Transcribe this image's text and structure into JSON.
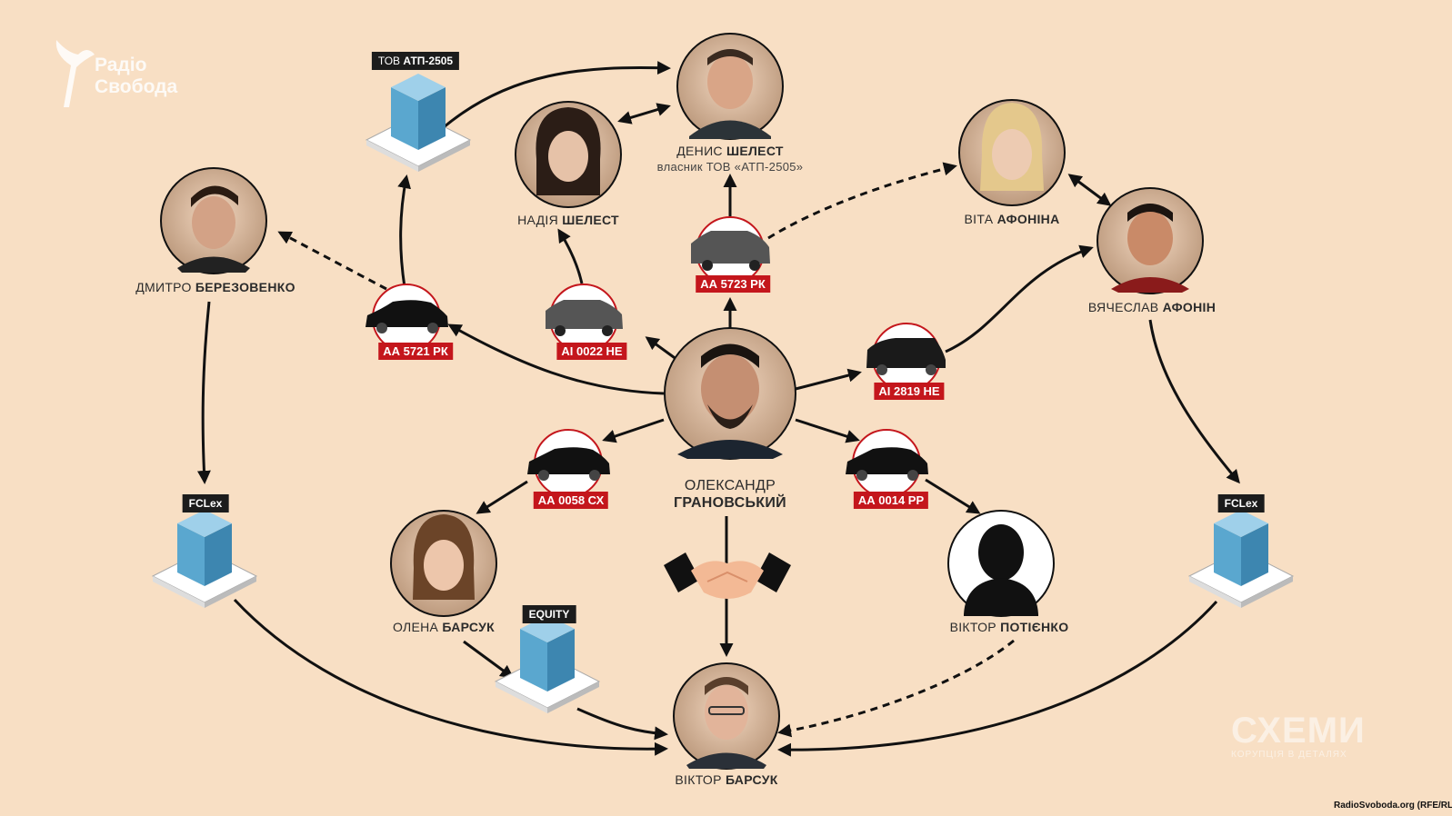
{
  "brand_logo": {
    "line1": "Радіо",
    "line2": "Свобода"
  },
  "brand_watermark": {
    "title": "СХЕМИ",
    "subtitle": "КОРУПЦІЯ В ДЕТАЛЯХ"
  },
  "credit": "RadioSvoboda.org (RFE/RL)",
  "people": {
    "hranovskyi": {
      "first": "ОЛЕКСАНДР",
      "last": "ГРАНОВСЬКИЙ"
    },
    "denys": {
      "first": "ДЕНИС",
      "last": "ШЕЛЕСТ",
      "note": "власник ТОВ «АТП-2505»"
    },
    "nadiia": {
      "first": "НАДІЯ",
      "last": "ШЕЛЕСТ"
    },
    "vita": {
      "first": "ВІТА",
      "last": "АФОНІНА"
    },
    "viacheslav": {
      "first": "ВЯЧЕСЛАВ",
      "last": "АФОНІН"
    },
    "dmytro": {
      "first": "ДМИТРО",
      "last": "БЕРЕЗОВЕНКО"
    },
    "olena": {
      "first": "ОЛЕНА",
      "last": "БАРСУК"
    },
    "viktor_p": {
      "first": "ВІКТОР",
      "last": "ПОТІЄНКО"
    },
    "viktor_b": {
      "first": "ВІКТОР",
      "last": "БАРСУК"
    }
  },
  "companies": {
    "atp": {
      "prefix": "ТОВ",
      "name": "АТП-2505"
    },
    "fclex_left": {
      "name": "FCLex"
    },
    "fclex_right": {
      "name": "FCLex"
    },
    "equity": {
      "name": "EQUITY"
    }
  },
  "cars": {
    "aa5721": "АА 5721 РК",
    "ai0022": "АІ 0022 НЕ",
    "aa5723": "АА 5723 РК",
    "ai2819": "АІ 2819 НЕ",
    "aa0058": "АА 0058 СХ",
    "aa0014": "АА 0014 РР"
  },
  "colors": {
    "background": "#f8dfc4",
    "accent": "#c4161c",
    "ink": "#111111",
    "building": "#5aa7cf"
  },
  "icons": [
    "building-icon",
    "car-icon",
    "handshake-icon",
    "person-photo",
    "unknown-person-silhouette"
  ]
}
